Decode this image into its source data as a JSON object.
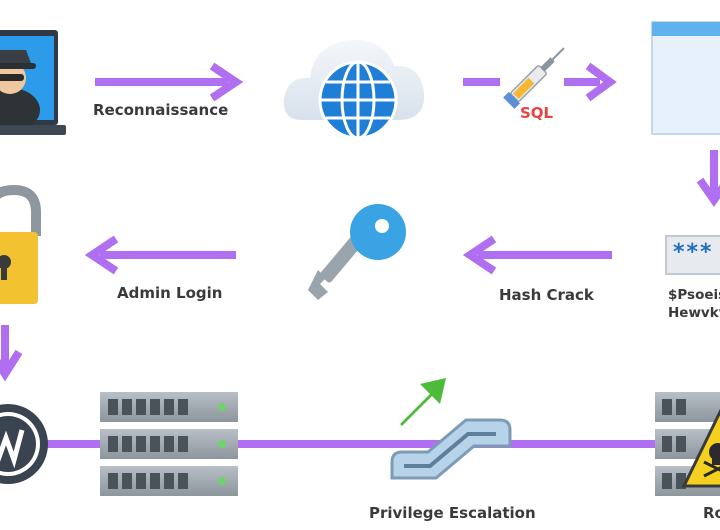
{
  "steps": {
    "recon": "Reconnaissance",
    "sql": "SQL",
    "hash_line1": "$Psoeis",
    "hash_line2": "Hewvkv",
    "hash_crack": "Hash Crack",
    "admin_login": "Admin Login",
    "privilege_escalation": "Privilege Escalation",
    "root": "Ro"
  },
  "password_mask": "***",
  "colors": {
    "arrow": "#b06ef0",
    "label": "#3a3a3a",
    "sql": "#e84242",
    "globe": "#1f7fd6",
    "key": "#3aa3e3",
    "lock": "#f2c230",
    "escalation_arrow": "#4cbb3a"
  }
}
